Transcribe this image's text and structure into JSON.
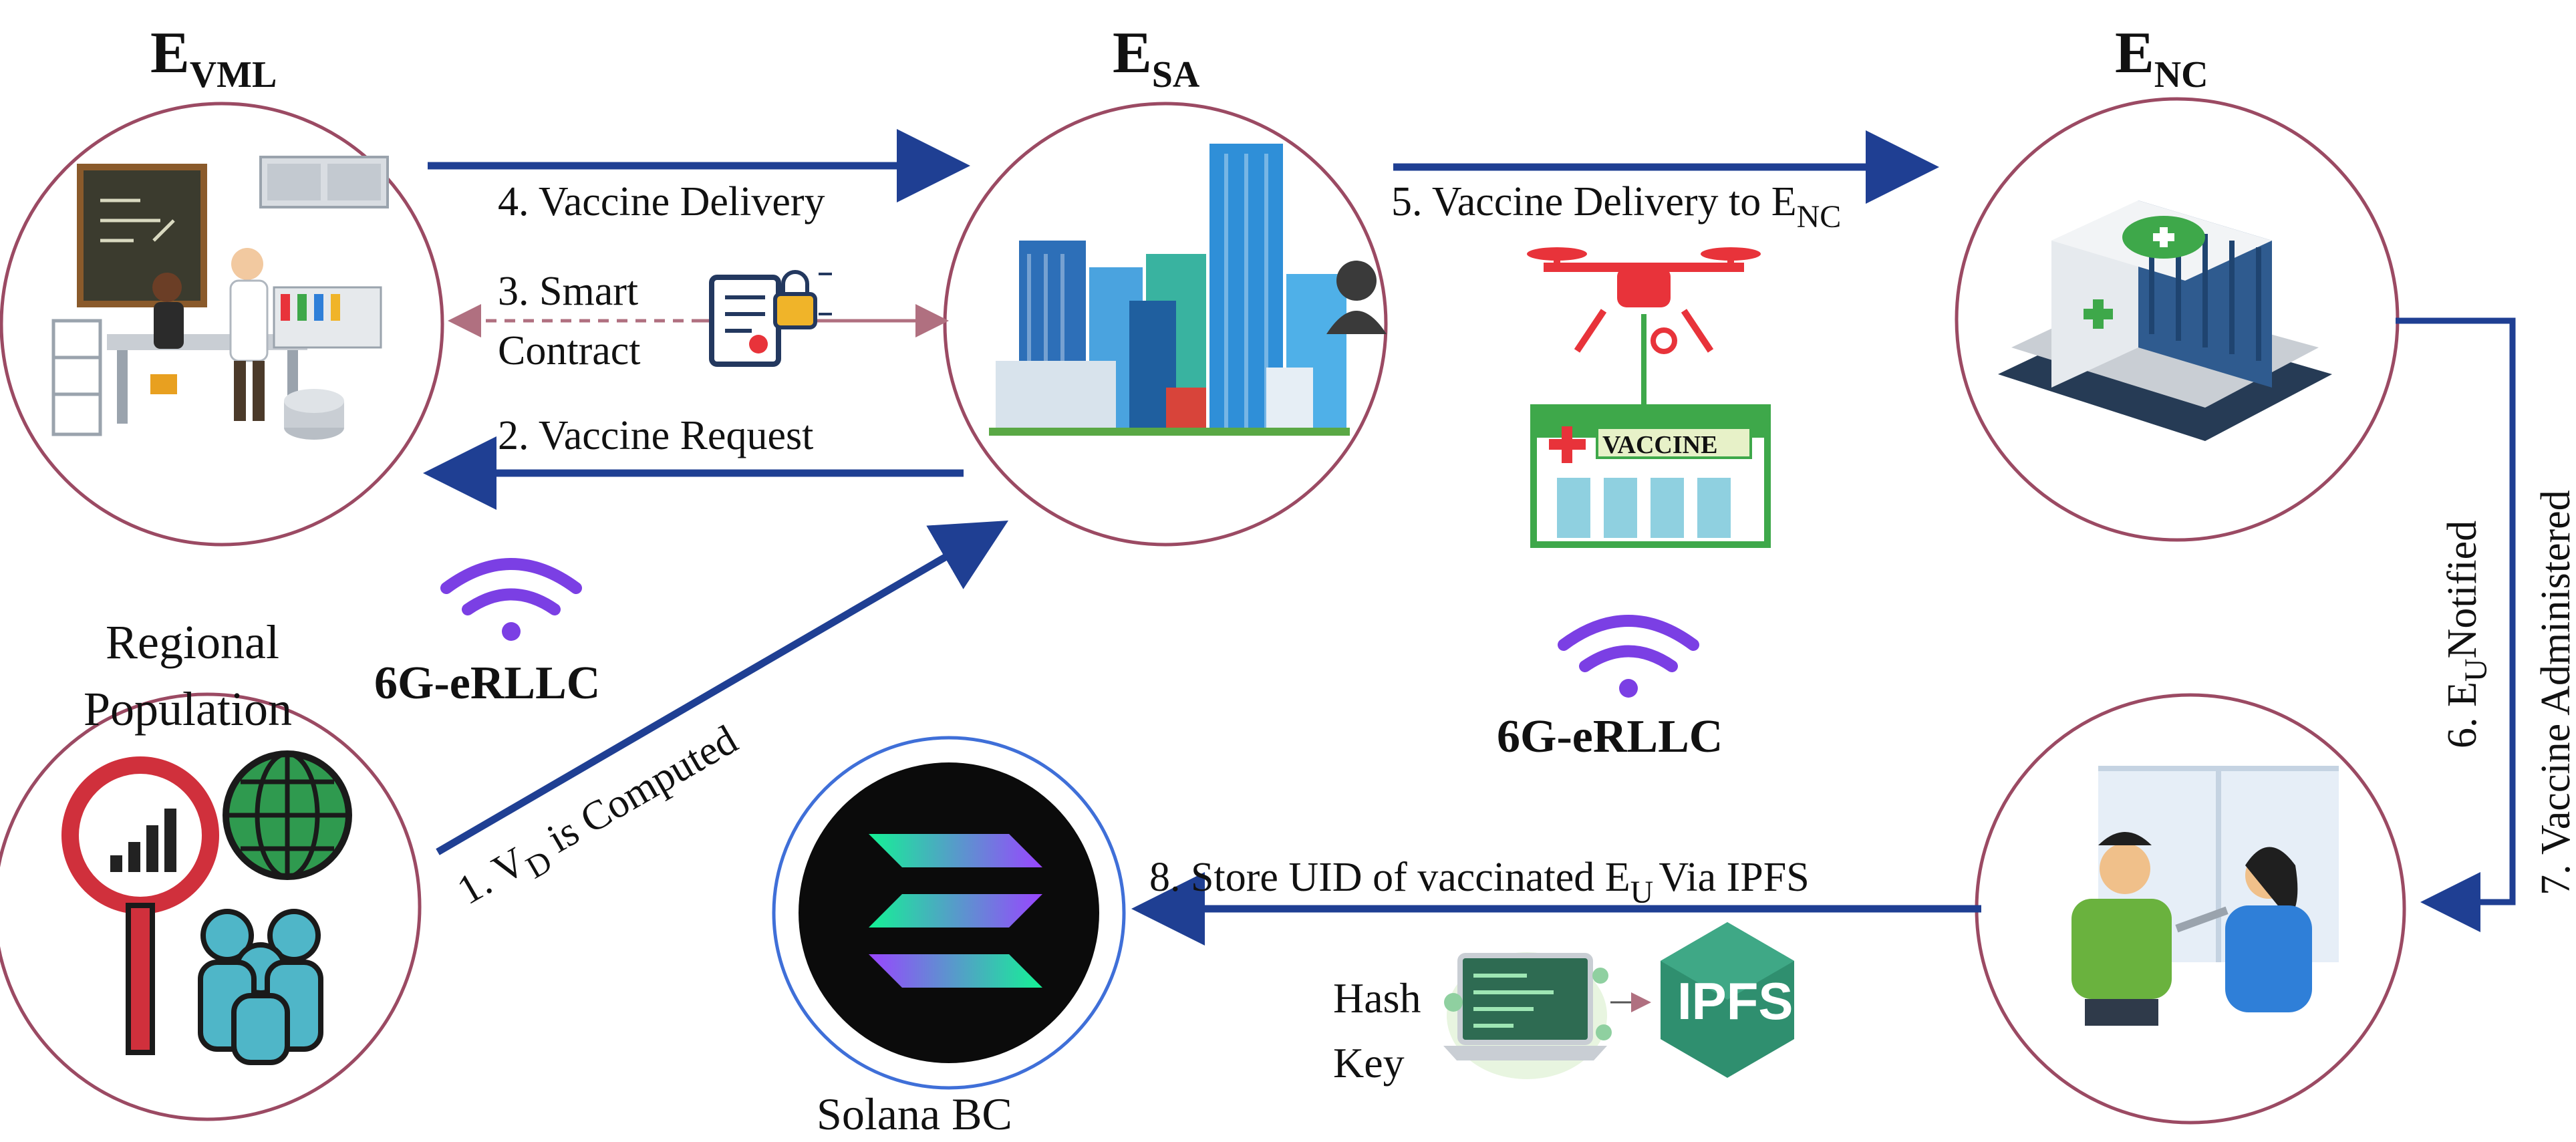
{
  "colors": {
    "arrow": "#1f3f93",
    "circle_border": "#9b4a63",
    "wifi": "#7b3fe4",
    "solana_ring": "#3f6fd8",
    "drone": "#e8333a",
    "vaccine_box": "#3ea84a",
    "ipfs": "#2f8f6f"
  },
  "entities": {
    "vml": {
      "main": "E",
      "sub": "VML"
    },
    "sa": {
      "main": "E",
      "sub": "SA"
    },
    "nc": {
      "main": "E",
      "sub": "NC"
    }
  },
  "edges": {
    "e1": {
      "prefix": "1. V",
      "sub": "D",
      "suffix": " is Computed"
    },
    "e2": {
      "text": "2. Vaccine Request"
    },
    "e3": {
      "line1": "3. Smart",
      "line2": "Contract"
    },
    "e4": {
      "text": "4. Vaccine Delivery"
    },
    "e5": {
      "prefix": "5. Vaccine Delivery to E",
      "sub": "NC"
    },
    "e6": {
      "prefix": "6. E",
      "sub": "U",
      "suffix": "Notified"
    },
    "e7": {
      "text": "7. Vaccine Administered"
    },
    "e8": {
      "prefix": "8. Store UID of vaccinated E",
      "sub": "U",
      "suffix": "Via IPFS"
    }
  },
  "labels": {
    "regional_line1": "Regional",
    "regional_line2": "Population",
    "network_left": "6G-eRLLC",
    "network_center": "6G-eRLLC",
    "solana": "Solana BC",
    "hash_line1": "Hash",
    "hash_line2": "Key",
    "vaccine_sign": "VACCINE",
    "ipfs": "IPFS"
  },
  "icons": [
    "lab-icon",
    "city-icon",
    "hospital-icon",
    "vaccination-icon",
    "population-icon",
    "solana-logo-icon",
    "contract-icon",
    "drone-icon",
    "laptop-icon",
    "ipfs-cube-icon",
    "wifi-icon"
  ]
}
